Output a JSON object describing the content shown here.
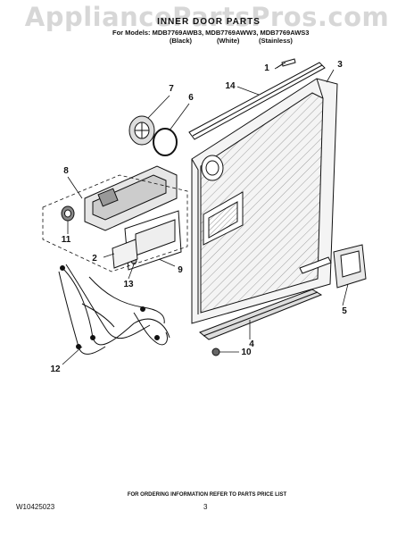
{
  "watermark": "AppliancePartsPros.com",
  "header": {
    "title": "INNER DOOR PARTS",
    "models_line": "For Models: MDB7769AWB3, MDB7769AWW3, MDB7769AWS3",
    "variants": [
      "(Black)",
      "(White)",
      "(Stainless)"
    ]
  },
  "callouts": [
    "1",
    "2",
    "3",
    "4",
    "5",
    "6",
    "7",
    "8",
    "9",
    "10",
    "11",
    "12",
    "13",
    "14"
  ],
  "footer": {
    "ordering_note": "FOR ORDERING INFORMATION REFER TO PARTS PRICE LIST",
    "document_number": "W10425023",
    "page_number": "3"
  }
}
